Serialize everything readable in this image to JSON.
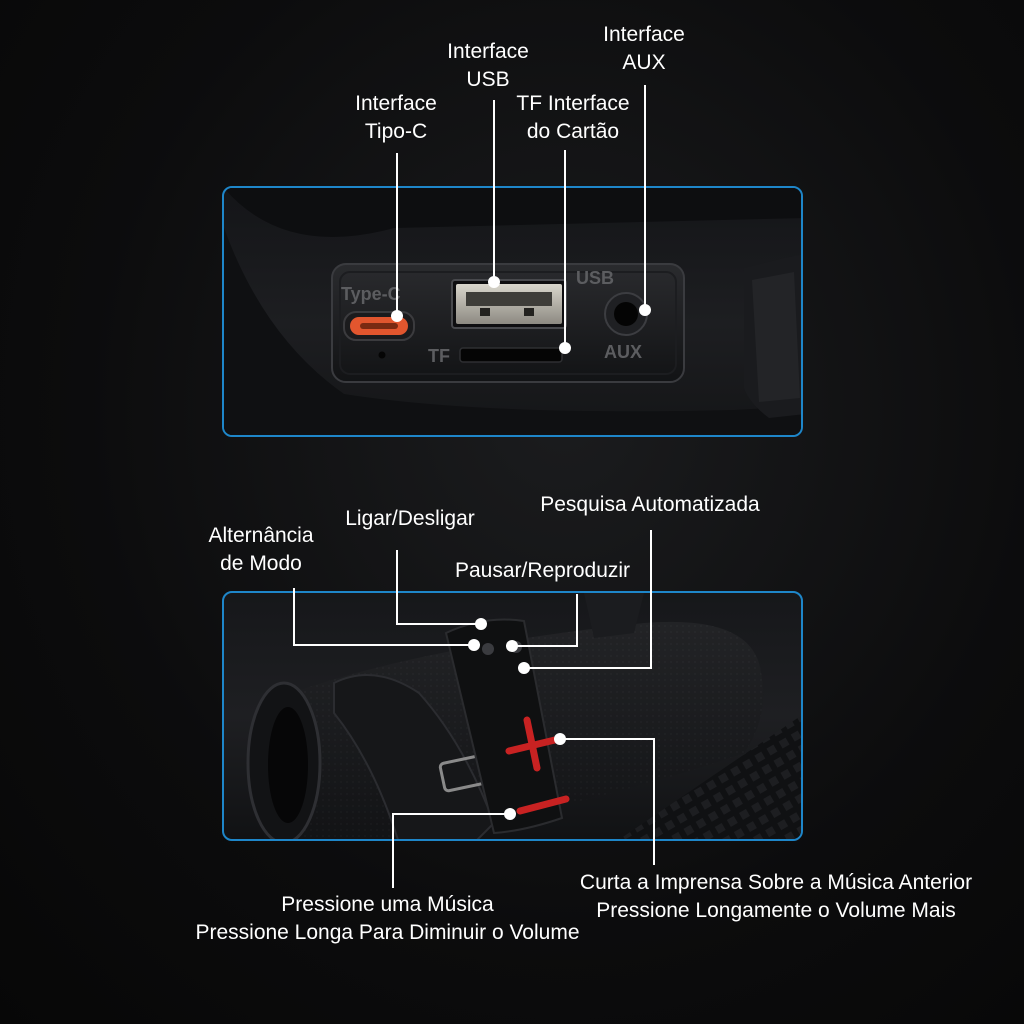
{
  "ports": {
    "label_typec": [
      "Interface",
      "Tipo-C"
    ],
    "label_usb": [
      "Interface",
      "USB"
    ],
    "label_tf": [
      "TF Interface",
      "do Cartão"
    ],
    "label_aux": [
      "Interface",
      "AUX"
    ],
    "silk_typec": "Type-C",
    "silk_usb": "USB",
    "silk_tf": "TF",
    "silk_aux": "AUX"
  },
  "controls": {
    "label_mode": [
      "Alternância",
      "de Modo"
    ],
    "label_power": "Ligar/Desligar",
    "label_search": "Pesquisa Automatizada",
    "label_pause": "Pausar/Reproduzir",
    "label_next": [
      "Curta a Imprensa Sobre a Música Anterior",
      "Pressione Longamente o Volume Mais"
    ],
    "label_prev": [
      "Pressione uma Música",
      "Pressione Longa Para Diminuir o Volume"
    ]
  },
  "colors": {
    "frame": "#1e86c9",
    "typec_port": "#e2562e",
    "plus_minus": "#c82222"
  }
}
